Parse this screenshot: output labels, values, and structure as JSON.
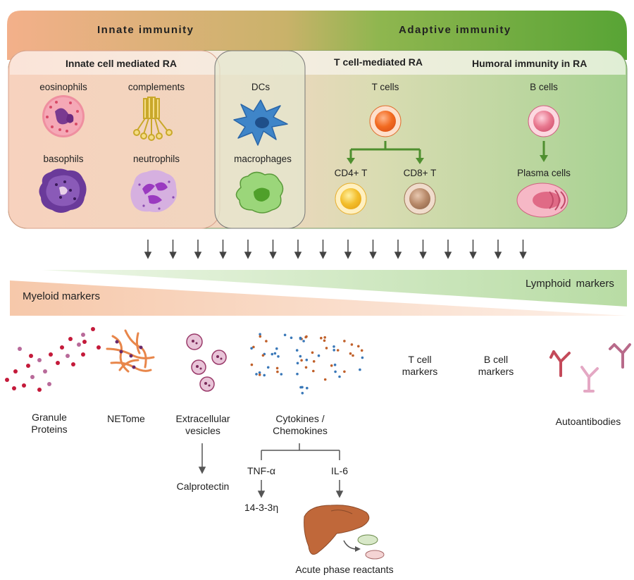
{
  "header": {
    "innate": "Innate immunity",
    "adaptive": "Adaptive immunity"
  },
  "sections": {
    "innate_cell": "Innate cell mediated RA",
    "t_cell": "T cell-mediated RA",
    "humoral": "Humoral immunity in RA"
  },
  "cells": {
    "eosinophils": "eosinophils",
    "complements": "complements",
    "basophils": "basophils",
    "neutrophils": "neutrophils",
    "dcs": "DCs",
    "macrophages": "macrophages",
    "t_cells": "T cells",
    "cd4": "CD4+ T",
    "cd8": "CD8+ T",
    "b_cells": "B cells",
    "plasma": "Plasma cells"
  },
  "gradient": {
    "myeloid": "Myeloid markers",
    "lymphoid": "Lymphoid markers"
  },
  "markers": {
    "granule_line1": "Granule",
    "granule_line2": "Proteins",
    "netome": "NETome",
    "ev_line1": "Extracellular",
    "ev_line2": "vesicles",
    "cyto_line1": "Cytokines /",
    "cyto_line2": "Chemokines",
    "tcell_line1": "T cell",
    "tcell_line2": "markers",
    "bcell_line1": "B cell",
    "bcell_line2": "markers",
    "autoantibodies": "Autoantibodies",
    "calprotectin": "Calprotectin",
    "tnf": "TNF-α",
    "il6": "IL-6",
    "p1433": "14-3-3η",
    "apr": "Acute phase reactants"
  },
  "colors": {
    "innate_header": "#f2b48c",
    "adaptive_header": "#5fa83c",
    "innate_panel": "#f6d3c0",
    "adaptive_panel": "#bcdca8",
    "arrow_green": "#4f8f2f",
    "myeloid_band": "#f8d8c4",
    "lymphoid_band": "#cfe8c0",
    "text_arrow": "#555555"
  }
}
